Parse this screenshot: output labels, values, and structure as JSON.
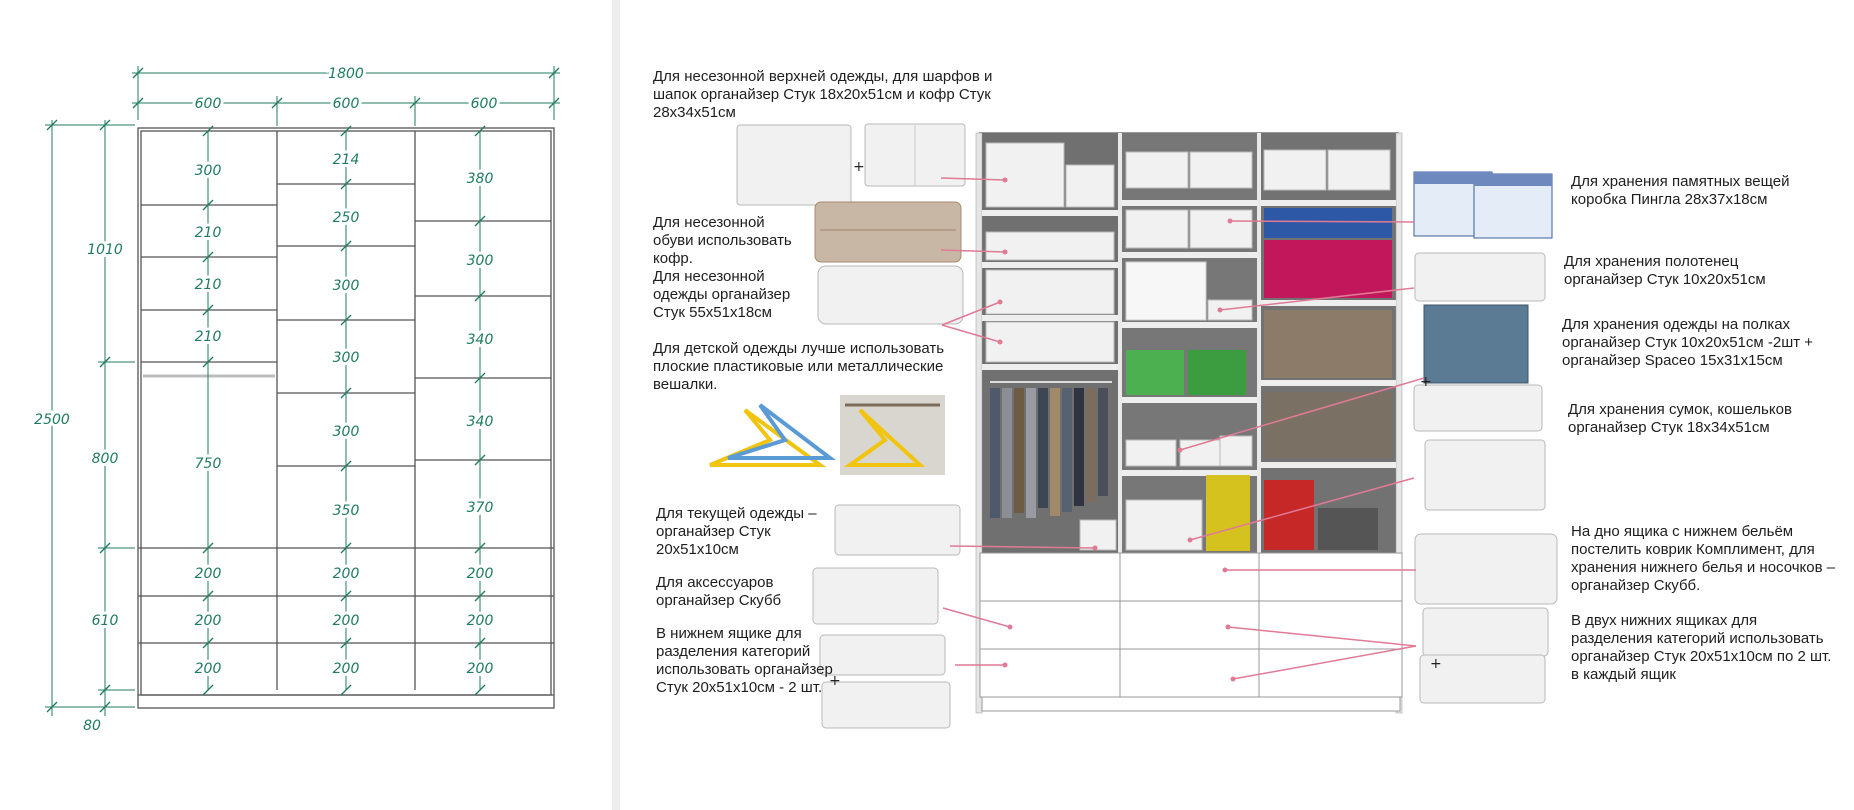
{
  "drawing": {
    "total_width": "1800",
    "column_widths": [
      "600",
      "600",
      "600"
    ],
    "total_height": "2500",
    "upper_height": "1010",
    "middle_height": "800",
    "drawers_height": "610",
    "plinth_height": "80",
    "col1_upper": [
      "300",
      "210",
      "210",
      "210"
    ],
    "col1_hanging": "750",
    "col2_upper": [
      "214",
      "250",
      "300",
      "300",
      "300",
      "350"
    ],
    "col3_upper": [
      "380",
      "300",
      "340",
      "340",
      "370"
    ],
    "drawer_heights": [
      "200",
      "200",
      "200"
    ]
  },
  "notes": {
    "outerwear": "Для несезонной верхней одежды, для шарфов и шапок органайзер Стук 18х20х51см и кофр Стук 28х34х51см",
    "shoes": "Для несезонной обуви использовать кофр.",
    "clothes": "Для несезонной одежды органайзер Стук 55х51х18см",
    "hangers": "Для детской одежды лучше использовать плоские пластиковые или металлические вешалки.",
    "current": "Для текущей одежды – органайзер Стук 20х51х10см",
    "accessories": "Для аксессуаров органайзер Скубб",
    "bottom_drawer": "В нижнем ящике для разделения категорий использовать органайзер Стук 20х51х10см - 2 шт.",
    "memorabilia": "Для хранения памятных вещей коробка Пингла 28х37х18см",
    "towels": "Для хранения полотенец органайзер Стук 10х20х51см",
    "shelves": "Для хранения одежды на полках органайзер Стук 10х20х51см -2шт + органайзер Spaceo 15х31х15см",
    "bags": "Для хранения сумок, кошельков органайзер Стук 18х34х51см",
    "underwear": "На дно ящика с нижнем бельём постелить коврик Комплимент, для хранения нижнего белья и носочков – органайзер Скубб.",
    "two_drawers": "В двух нижних ящиках для разделения категорий использовать органайзер Стук 20х51х10см по 2 шт. в каждый ящик"
  },
  "plus_sign": "+",
  "colors": {
    "dimension": "#1f7d5c",
    "leader": "#e07a95",
    "interior": "#6b6b6b",
    "storage_box": "#5b7a93"
  }
}
